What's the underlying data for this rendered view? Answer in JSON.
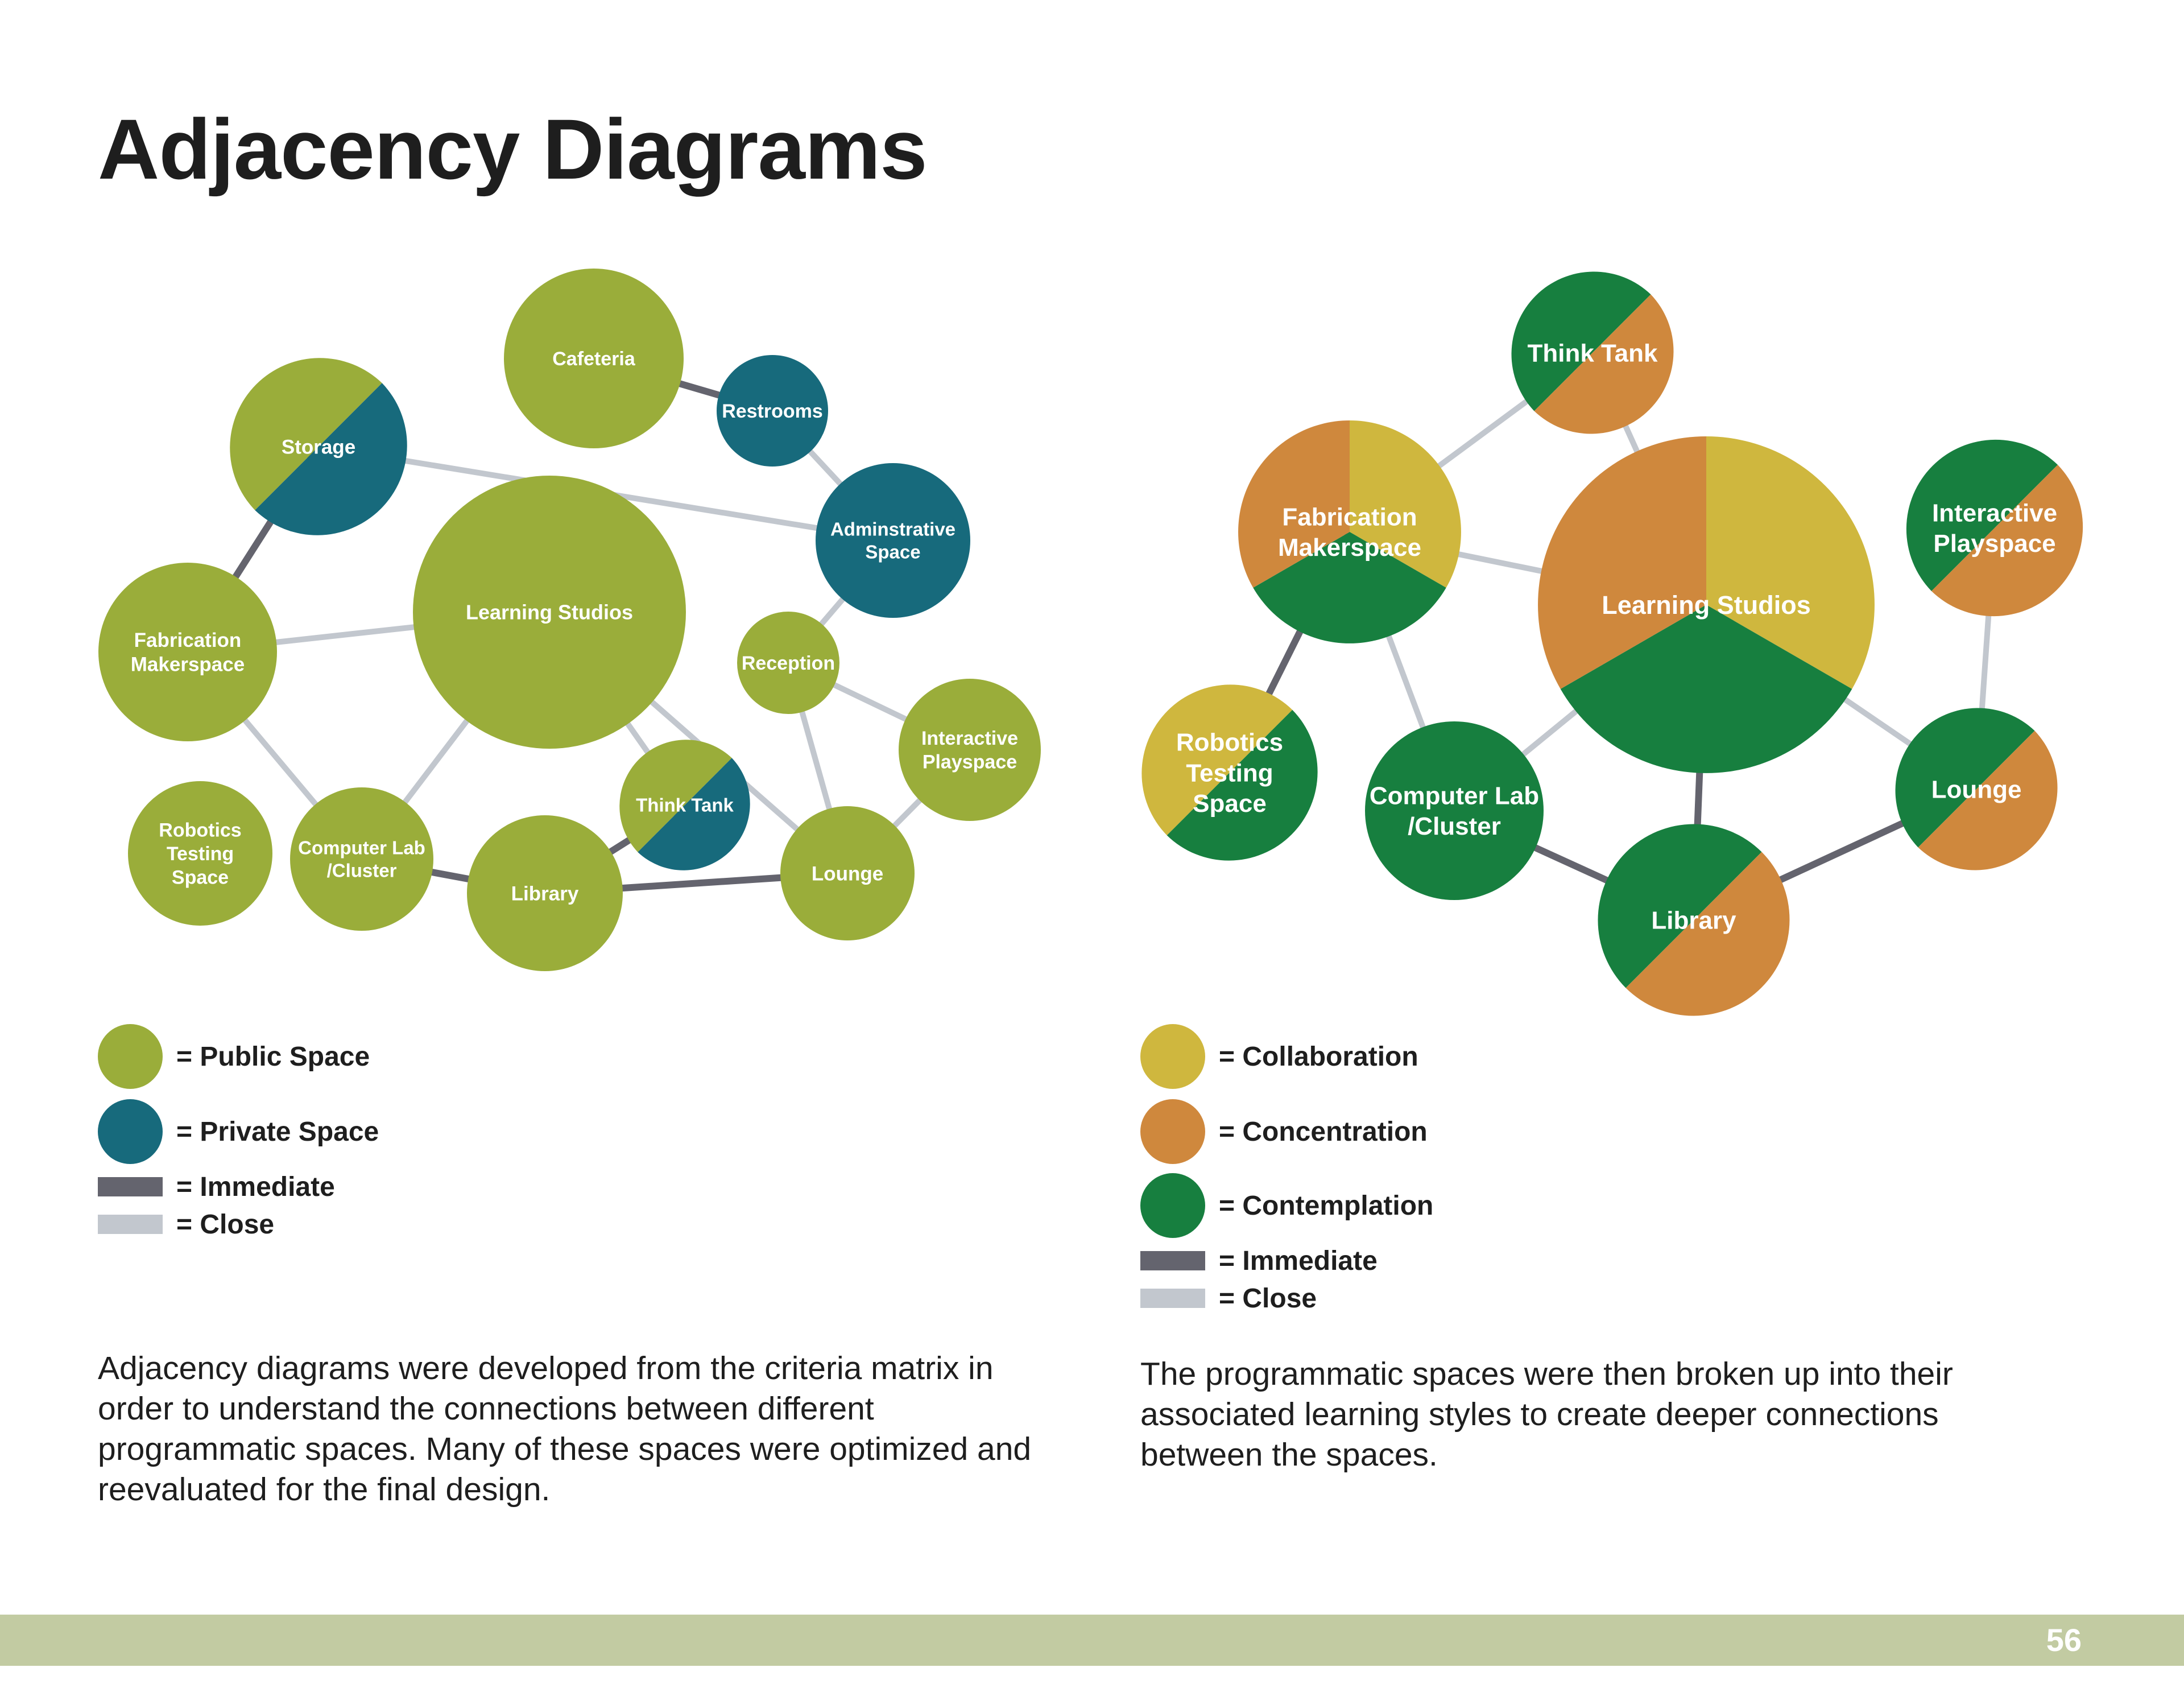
{
  "page": {
    "title": "Adjacency Diagrams",
    "page_number": "56"
  },
  "colors": {
    "public": "#9aad3a",
    "private": "#176a7c",
    "collaboration": "#cfb73e",
    "concentration": "#cf883d",
    "contemplation": "#177f3f",
    "immediate": "#64646e",
    "close": "#c2c7ce",
    "footer": "#c2cba2"
  },
  "diagram_left": {
    "nodes": [
      {
        "id": "cafeteria",
        "label": [
          "Cafeteria"
        ],
        "fill": [
          "public"
        ]
      },
      {
        "id": "restrooms",
        "label": [
          "Restrooms"
        ],
        "fill": [
          "private"
        ]
      },
      {
        "id": "storage",
        "label": [
          "Storage"
        ],
        "fill": [
          "public",
          "private"
        ]
      },
      {
        "id": "admin",
        "label": [
          "Adminstrative",
          "Space"
        ],
        "fill": [
          "private"
        ]
      },
      {
        "id": "learning",
        "label": [
          "Learning Studios"
        ],
        "fill": [
          "public"
        ]
      },
      {
        "id": "fabrication",
        "label": [
          "Fabrication",
          "Makerspace"
        ],
        "fill": [
          "public"
        ]
      },
      {
        "id": "reception",
        "label": [
          "Reception"
        ],
        "fill": [
          "public"
        ]
      },
      {
        "id": "interactive",
        "label": [
          "Interactive",
          "Playspace"
        ],
        "fill": [
          "public"
        ]
      },
      {
        "id": "thinktank",
        "label": [
          "Think Tank"
        ],
        "fill": [
          "public",
          "private"
        ]
      },
      {
        "id": "robotics",
        "label": [
          "Robotics",
          "Testing",
          "Space"
        ],
        "fill": [
          "public"
        ]
      },
      {
        "id": "computer",
        "label": [
          "Computer Lab",
          "/Cluster"
        ],
        "fill": [
          "public"
        ]
      },
      {
        "id": "library",
        "label": [
          "Library"
        ],
        "fill": [
          "public"
        ]
      },
      {
        "id": "lounge",
        "label": [
          "Lounge"
        ],
        "fill": [
          "public"
        ]
      }
    ],
    "edges": [
      {
        "from": "cafeteria",
        "to": "restrooms",
        "type": "immediate"
      },
      {
        "from": "storage",
        "to": "fabrication",
        "type": "immediate"
      },
      {
        "from": "computer",
        "to": "library",
        "type": "immediate"
      },
      {
        "from": "library",
        "to": "thinktank",
        "type": "immediate"
      },
      {
        "from": "library",
        "to": "lounge",
        "type": "immediate"
      },
      {
        "from": "storage",
        "to": "admin",
        "type": "close"
      },
      {
        "from": "restrooms",
        "to": "admin",
        "type": "close"
      },
      {
        "from": "admin",
        "to": "reception",
        "type": "close"
      },
      {
        "from": "fabrication",
        "to": "learning",
        "type": "close"
      },
      {
        "from": "fabrication",
        "to": "computer",
        "type": "close"
      },
      {
        "from": "learning",
        "to": "computer",
        "type": "close"
      },
      {
        "from": "learning",
        "to": "thinktank",
        "type": "close"
      },
      {
        "from": "learning",
        "to": "lounge",
        "type": "close"
      },
      {
        "from": "reception",
        "to": "interactive",
        "type": "close"
      },
      {
        "from": "reception",
        "to": "lounge",
        "type": "close"
      },
      {
        "from": "interactive",
        "to": "lounge",
        "type": "close"
      }
    ],
    "legend": [
      {
        "kind": "circle",
        "color": "public",
        "label": "= Public Space"
      },
      {
        "kind": "circle",
        "color": "private",
        "label": "= Private Space"
      },
      {
        "kind": "bar",
        "color": "immediate",
        "label": "= Immediate"
      },
      {
        "kind": "bar",
        "color": "close",
        "label": "= Close"
      }
    ],
    "description": "Adjacency diagrams were developed from the criteria matrix in order to understand the connections between different programmatic spaces. Many of these spaces were optimized and reevaluated for the final design."
  },
  "diagram_right": {
    "nodes": [
      {
        "id": "thinktank",
        "label": [
          "Think Tank"
        ],
        "fill": [
          "contemplation",
          "concentration"
        ]
      },
      {
        "id": "fabrication",
        "label": [
          "Fabrication",
          "Makerspace"
        ],
        "fill": [
          "collaboration",
          "concentration",
          "contemplation"
        ]
      },
      {
        "id": "learning",
        "label": [
          "Learning Studios"
        ],
        "fill": [
          "collaboration",
          "concentration",
          "contemplation"
        ]
      },
      {
        "id": "interactive",
        "label": [
          "Interactive",
          "Playspace"
        ],
        "fill": [
          "contemplation",
          "concentration"
        ]
      },
      {
        "id": "robotics",
        "label": [
          "Robotics",
          "Testing",
          "Space"
        ],
        "fill": [
          "collaboration",
          "contemplation"
        ]
      },
      {
        "id": "computer",
        "label": [
          "Computer Lab",
          "/Cluster"
        ],
        "fill": [
          "contemplation"
        ]
      },
      {
        "id": "library",
        "label": [
          "Library"
        ],
        "fill": [
          "contemplation",
          "concentration"
        ]
      },
      {
        "id": "lounge",
        "label": [
          "Lounge"
        ],
        "fill": [
          "contemplation",
          "concentration"
        ]
      }
    ],
    "edges": [
      {
        "from": "fabrication",
        "to": "robotics",
        "type": "immediate"
      },
      {
        "from": "computer",
        "to": "library",
        "type": "immediate"
      },
      {
        "from": "learning",
        "to": "library",
        "type": "immediate"
      },
      {
        "from": "library",
        "to": "lounge",
        "type": "immediate"
      },
      {
        "from": "thinktank",
        "to": "fabrication",
        "type": "close"
      },
      {
        "from": "thinktank",
        "to": "learning",
        "type": "close"
      },
      {
        "from": "fabrication",
        "to": "learning",
        "type": "close"
      },
      {
        "from": "fabrication",
        "to": "computer",
        "type": "close"
      },
      {
        "from": "learning",
        "to": "computer",
        "type": "close"
      },
      {
        "from": "learning",
        "to": "lounge",
        "type": "close"
      },
      {
        "from": "interactive",
        "to": "lounge",
        "type": "close"
      }
    ],
    "legend": [
      {
        "kind": "circle",
        "color": "collaboration",
        "label": "= Collaboration"
      },
      {
        "kind": "circle",
        "color": "concentration",
        "label": "= Concentration"
      },
      {
        "kind": "circle",
        "color": "contemplation",
        "label": "= Contemplation"
      },
      {
        "kind": "bar",
        "color": "immediate",
        "label": "= Immediate"
      },
      {
        "kind": "bar",
        "color": "close",
        "label": "= Close"
      }
    ],
    "description": "The programmatic spaces were then broken up into their associated learning styles to create deeper connections between the spaces."
  }
}
